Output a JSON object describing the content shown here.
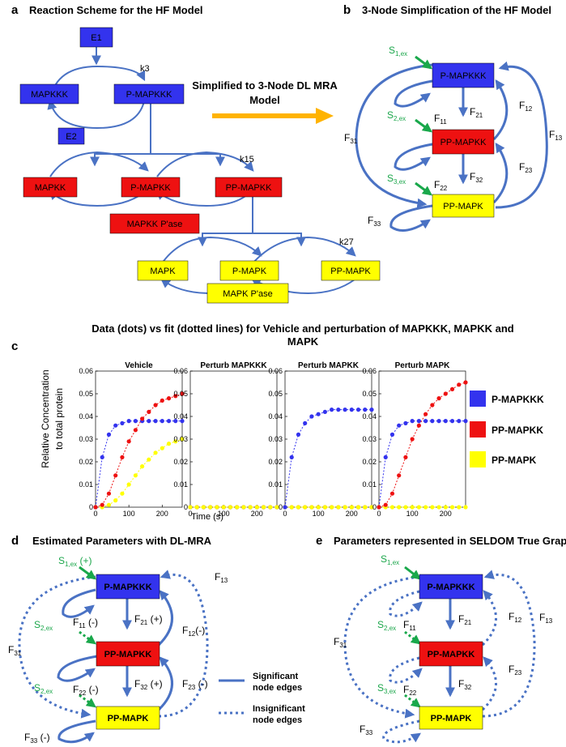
{
  "colors": {
    "blue": "#3333ee",
    "red": "#ee1111",
    "yellow": "#ffff00",
    "edge": "#4a72c4",
    "stimulus": "#19a84b",
    "arrow": "#ffb300"
  },
  "panel_a": {
    "label": "a",
    "title": "Reaction Scheme for the HF Model",
    "nodes": {
      "e1": "E1",
      "e2": "E2",
      "mapkkk": "MAPKKK",
      "p_mapkkk": "P-MAPKKK",
      "mapkk": "MAPKK",
      "p_mapkk": "P-MAPKK",
      "pp_mapkk": "PP-MAPKK",
      "mapkk_pase": "MAPKK P'ase",
      "mapk": "MAPK",
      "p_mapk": "P-MAPK",
      "pp_mapk": "PP-MAPK",
      "mapk_pase": "MAPK P'ase"
    },
    "rates": {
      "k3": "k3",
      "k15": "k15",
      "k27": "k27"
    }
  },
  "arrow_label": {
    "line1": "Simplified to 3-Node DL MRA",
    "line2": "Model"
  },
  "panel_b": {
    "label": "b",
    "title": "3-Node Simplification of the HF Model",
    "nodes": {
      "n1": "P-MAPKKK",
      "n2": "PP-MAPKK",
      "n3": "PP-MAPK"
    },
    "edges": {
      "f11": "F",
      "f11s": "11",
      "f21": "F",
      "f21s": "21",
      "f12": "F",
      "f12s": "12",
      "f13": "F",
      "f13s": "13",
      "f31": "F",
      "f31s": "31",
      "f22": "F",
      "f22s": "22",
      "f32": "F",
      "f32s": "32",
      "f23": "F",
      "f23s": "23",
      "f33": "F",
      "f33s": "33"
    },
    "stim": {
      "s1": "S",
      "s1s": "1,ex",
      "s2": "S",
      "s2s": "2,ex",
      "s3": "S",
      "s3s": "3,ex"
    }
  },
  "panel_c": {
    "label": "c",
    "title_line1": "Data (dots) vs fit (dotted lines) for Vehicle and perturbation of MAPKKK, MAPKK and",
    "title_line2": "MAPK",
    "ylabel_line1": "Relative Concentration",
    "ylabel_line2": "to total protein",
    "xlabel": "Time (s)",
    "legend": [
      "P-MAPKKK",
      "PP-MAPKK",
      "PP-MAPK"
    ]
  },
  "panel_d": {
    "label": "d",
    "title": "Estimated Parameters with DL-MRA",
    "nodes": {
      "n1": "P-MAPKKK",
      "n2": "PP-MAPKK",
      "n3": "PP-MAPK"
    },
    "edges": {
      "f11": "F",
      "f11s": "11",
      "f11v": " (-)",
      "f21": "F",
      "f21s": "21",
      "f21v": " (+)",
      "f12": "F",
      "f12s": "12",
      "f12v": "(-)",
      "f13": "F",
      "f13s": "13",
      "f31": "F",
      "f31s": "31",
      "f22": "F",
      "f22s": "22",
      "f22v": " (-)",
      "f32": "F",
      "f32s": "32",
      "f32v": " (+)",
      "f23": "F",
      "f23s": "23",
      "f23v": " (-)",
      "f33": "F",
      "f33s": "33",
      "f33v": " (-)"
    },
    "stim": {
      "s1": "S",
      "s1s": "1,ex",
      "s1v": " (+)",
      "s2": "S",
      "s2s": "2,ex",
      "s3": "S",
      "s3s": "2,ex"
    },
    "legend": {
      "sig1": "Significant",
      "sig2": "node edges",
      "insig1": "Insignificant",
      "insig2": "node edges"
    }
  },
  "panel_e": {
    "label": "e",
    "title": "Parameters represented in SELDOM True Graph",
    "nodes": {
      "n1": "P-MAPKKK",
      "n2": "PP-MAPKK",
      "n3": "PP-MAPK"
    },
    "edges": {
      "f11": "F",
      "f11s": "11",
      "f21": "F",
      "f21s": "21",
      "f12": "F",
      "f12s": "12",
      "f13": "F",
      "f13s": "13",
      "f31": "F",
      "f31s": "31",
      "f22": "F",
      "f22s": "22",
      "f32": "F",
      "f32s": "32",
      "f23": "F",
      "f23s": "23",
      "f33": "F",
      "f33s": "33"
    },
    "stim": {
      "s1": "S",
      "s1s": "1,ex",
      "s2": "S",
      "s2s": "2,ex",
      "s3": "S",
      "s3s": "3,ex"
    }
  },
  "chart_data": [
    {
      "type": "scatter",
      "title": "Vehicle",
      "xlim": [
        0,
        260
      ],
      "ylim": [
        0,
        0.06
      ],
      "xticks": [
        0,
        100,
        200
      ],
      "yticks": [
        0,
        0.01,
        0.02,
        0.03,
        0.04,
        0.05,
        0.06
      ],
      "series": [
        {
          "name": "P-MAPKKK",
          "x": [
            0,
            20,
            40,
            60,
            80,
            100,
            120,
            140,
            160,
            180,
            200,
            220,
            240,
            260
          ],
          "values": [
            0,
            0.022,
            0.032,
            0.036,
            0.037,
            0.038,
            0.038,
            0.038,
            0.038,
            0.038,
            0.038,
            0.038,
            0.038,
            0.038
          ]
        },
        {
          "name": "PP-MAPKK",
          "x": [
            0,
            20,
            40,
            60,
            80,
            100,
            120,
            140,
            160,
            180,
            200,
            220,
            240,
            260
          ],
          "values": [
            0,
            0.001,
            0.006,
            0.014,
            0.022,
            0.029,
            0.034,
            0.039,
            0.042,
            0.045,
            0.047,
            0.048,
            0.049,
            0.05
          ]
        },
        {
          "name": "PP-MAPK",
          "x": [
            0,
            20,
            40,
            60,
            80,
            100,
            120,
            140,
            160,
            180,
            200,
            220,
            240,
            260
          ],
          "values": [
            0,
            0,
            0.001,
            0.003,
            0.006,
            0.01,
            0.014,
            0.018,
            0.021,
            0.024,
            0.026,
            0.028,
            0.029,
            0.03
          ]
        }
      ]
    },
    {
      "type": "scatter",
      "title": "Perturb MAPKKK",
      "xlim": [
        0,
        260
      ],
      "ylim": [
        0,
        0.06
      ],
      "xticks": [
        0,
        100,
        200
      ],
      "yticks": [
        0,
        0.01,
        0.02,
        0.03,
        0.04,
        0.05,
        0.06
      ],
      "series": [
        {
          "name": "P-MAPKKK",
          "x": [
            0,
            20,
            40,
            60,
            80,
            100,
            120,
            140,
            160,
            180,
            200,
            220,
            240,
            260
          ],
          "values": [
            0,
            0,
            0,
            0,
            0,
            0,
            0,
            0,
            0,
            0,
            0,
            0,
            0,
            0
          ]
        },
        {
          "name": "PP-MAPKK",
          "x": [
            0,
            20,
            40,
            60,
            80,
            100,
            120,
            140,
            160,
            180,
            200,
            220,
            240,
            260
          ],
          "values": [
            0,
            0,
            0,
            0,
            0,
            0,
            0,
            0,
            0,
            0,
            0,
            0,
            0,
            0
          ]
        },
        {
          "name": "PP-MAPK",
          "x": [
            0,
            20,
            40,
            60,
            80,
            100,
            120,
            140,
            160,
            180,
            200,
            220,
            240,
            260
          ],
          "values": [
            0,
            0,
            0,
            0,
            0,
            0,
            0,
            0,
            0,
            0,
            0,
            0,
            0,
            0
          ]
        }
      ]
    },
    {
      "type": "scatter",
      "title": "Perturb MAPKK",
      "xlim": [
        0,
        260
      ],
      "ylim": [
        0,
        0.06
      ],
      "xticks": [
        0,
        100,
        200
      ],
      "yticks": [
        0,
        0.01,
        0.02,
        0.03,
        0.04,
        0.05,
        0.06
      ],
      "series": [
        {
          "name": "P-MAPKKK",
          "x": [
            0,
            20,
            40,
            60,
            80,
            100,
            120,
            140,
            160,
            180,
            200,
            220,
            240,
            260
          ],
          "values": [
            0,
            0.022,
            0.032,
            0.037,
            0.04,
            0.041,
            0.042,
            0.043,
            0.043,
            0.043,
            0.043,
            0.043,
            0.043,
            0.043
          ]
        },
        {
          "name": "PP-MAPKK",
          "x": [
            0,
            20,
            40,
            60,
            80,
            100,
            120,
            140,
            160,
            180,
            200,
            220,
            240,
            260
          ],
          "values": [
            0,
            0,
            0,
            0,
            0,
            0,
            0,
            0,
            0,
            0,
            0,
            0,
            0,
            0
          ]
        },
        {
          "name": "PP-MAPK",
          "x": [
            0,
            20,
            40,
            60,
            80,
            100,
            120,
            140,
            160,
            180,
            200,
            220,
            240,
            260
          ],
          "values": [
            0,
            0,
            0,
            0,
            0,
            0,
            0,
            0,
            0,
            0,
            0,
            0,
            0,
            0
          ]
        }
      ]
    },
    {
      "type": "scatter",
      "title": "Perturb MAPK",
      "xlim": [
        0,
        260
      ],
      "ylim": [
        0,
        0.06
      ],
      "xticks": [
        0,
        100,
        200
      ],
      "yticks": [
        0,
        0.01,
        0.02,
        0.03,
        0.04,
        0.05,
        0.06
      ],
      "series": [
        {
          "name": "P-MAPKKK",
          "x": [
            0,
            20,
            40,
            60,
            80,
            100,
            120,
            140,
            160,
            180,
            200,
            220,
            240,
            260
          ],
          "values": [
            0,
            0.022,
            0.032,
            0.036,
            0.037,
            0.038,
            0.038,
            0.038,
            0.038,
            0.038,
            0.038,
            0.038,
            0.038,
            0.038
          ]
        },
        {
          "name": "PP-MAPKK",
          "x": [
            0,
            20,
            40,
            60,
            80,
            100,
            120,
            140,
            160,
            180,
            200,
            220,
            240,
            260
          ],
          "values": [
            0,
            0.001,
            0.006,
            0.014,
            0.022,
            0.03,
            0.036,
            0.041,
            0.045,
            0.048,
            0.05,
            0.052,
            0.054,
            0.055
          ]
        },
        {
          "name": "PP-MAPK",
          "x": [
            0,
            20,
            40,
            60,
            80,
            100,
            120,
            140,
            160,
            180,
            200,
            220,
            240,
            260
          ],
          "values": [
            0,
            0,
            0,
            0,
            0,
            0,
            0,
            0,
            0,
            0,
            0,
            0,
            0,
            0
          ]
        }
      ]
    }
  ]
}
